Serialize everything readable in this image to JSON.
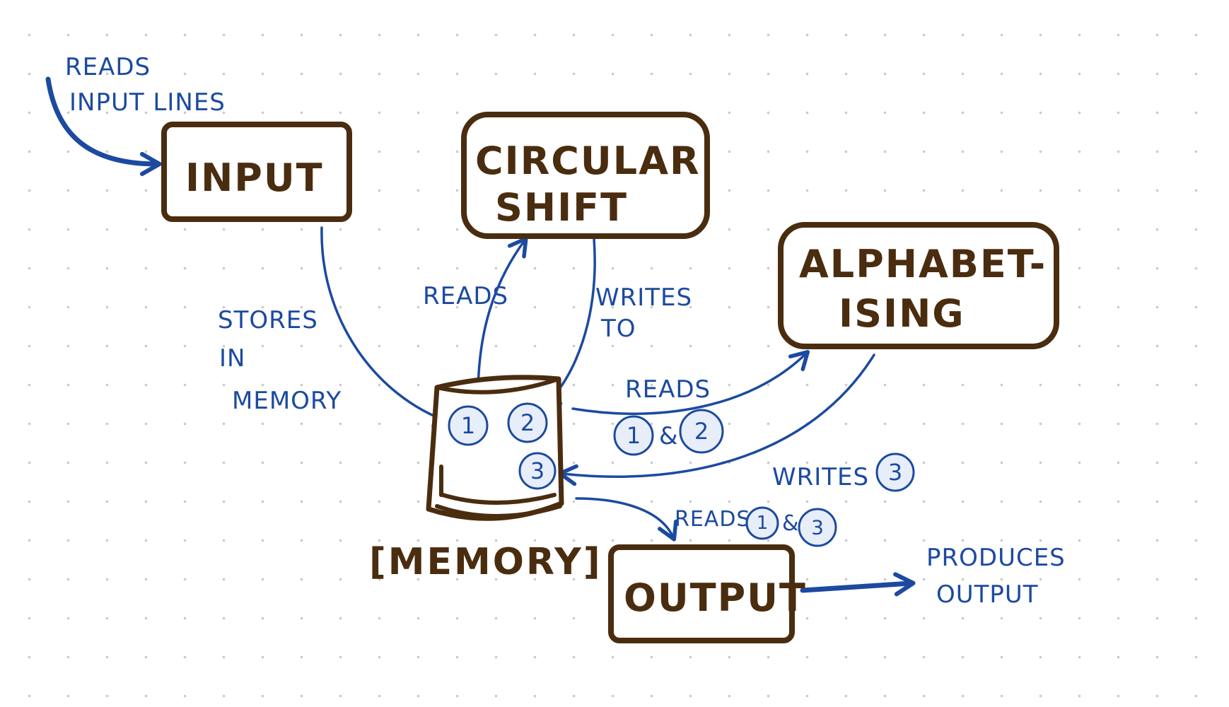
{
  "nodes": {
    "input": {
      "label": "INPUT"
    },
    "circular_shift": {
      "line1": "CIRCULAR",
      "line2": "SHIFT"
    },
    "alphabetising": {
      "line1": "ALPHABET-",
      "line2": "ISING"
    },
    "output": {
      "label": "OUTPUT"
    },
    "memory": {
      "label": "[MEMORY]"
    }
  },
  "memory_slots": [
    "1",
    "2",
    "3"
  ],
  "annotations": {
    "reads_input": {
      "line1": "READS",
      "line2": "INPUT  LINES"
    },
    "stores": {
      "line1": "STORES",
      "line2": "IN",
      "line3": "MEMORY"
    },
    "reads_shift": "READS",
    "writes_to": {
      "line1": "WRITES",
      "line2": "TO"
    },
    "reads_alpha": {
      "text": "READS",
      "badge_a": "1",
      "amp": "&",
      "badge_b": "2"
    },
    "writes_alpha": {
      "text": "WRITES",
      "badge": "3"
    },
    "reads_output": {
      "text": "READS",
      "badge_a": "1",
      "amp": "&",
      "badge_b": "3"
    },
    "produces": {
      "line1": "PRODUCES",
      "line2": "OUTPUT"
    }
  },
  "colors": {
    "box_stroke": "#4a2c0f",
    "annotation": "#1c4aa0",
    "badge_fill": "#e8eef9"
  }
}
